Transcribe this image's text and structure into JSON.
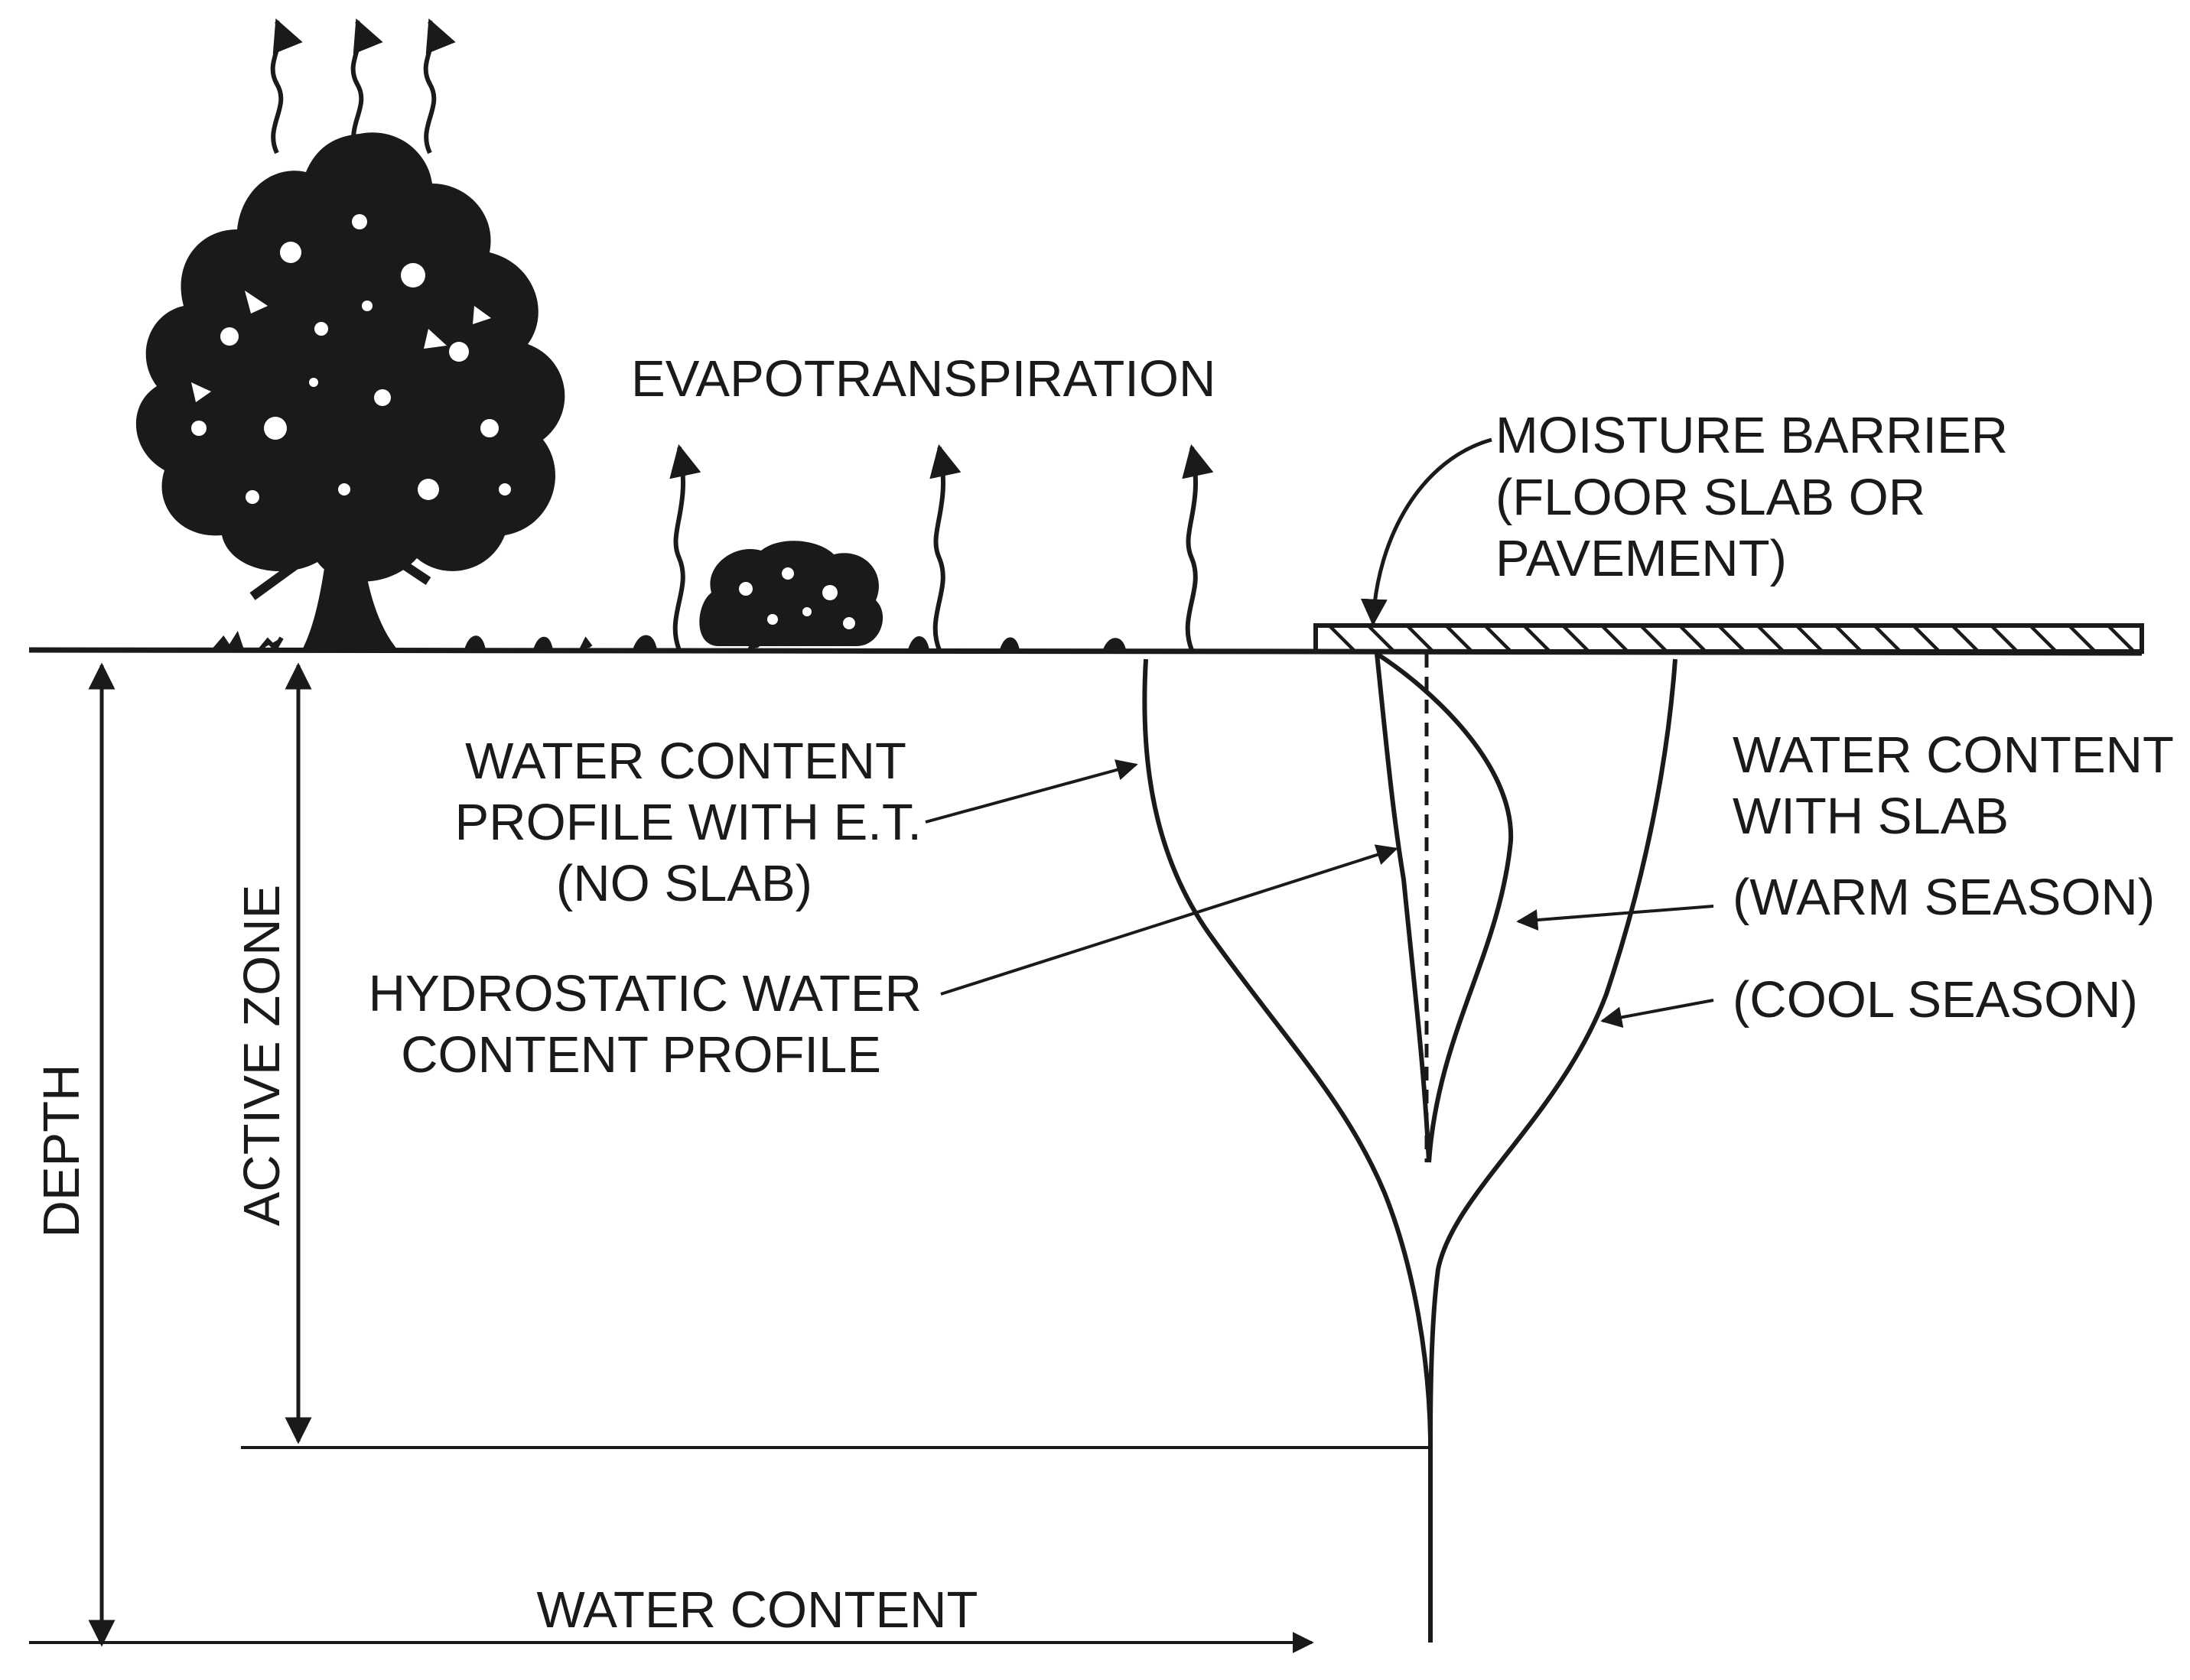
{
  "labels": {
    "evapotranspiration": "EVAPOTRANSPIRATION",
    "moisture_barrier": [
      "MOISTURE BARRIER",
      "(FLOOR SLAB OR",
      "PAVEMENT)"
    ],
    "profile_et": [
      "WATER CONTENT",
      "PROFILE WITH E.T.",
      "(NO SLAB)"
    ],
    "hydrostatic": [
      "HYDROSTATIC WATER",
      "CONTENT PROFILE"
    ],
    "with_slab": [
      "WATER CONTENT",
      "WITH SLAB"
    ],
    "warm_season": "(WARM SEASON)",
    "cool_season": "(COOL SEASON)",
    "active_zone": "ACTIVE ZONE",
    "depth": "DEPTH",
    "x_axis": "WATER CONTENT"
  },
  "colors": {
    "ink": "#1a1a1a",
    "background": "#ffffff"
  }
}
